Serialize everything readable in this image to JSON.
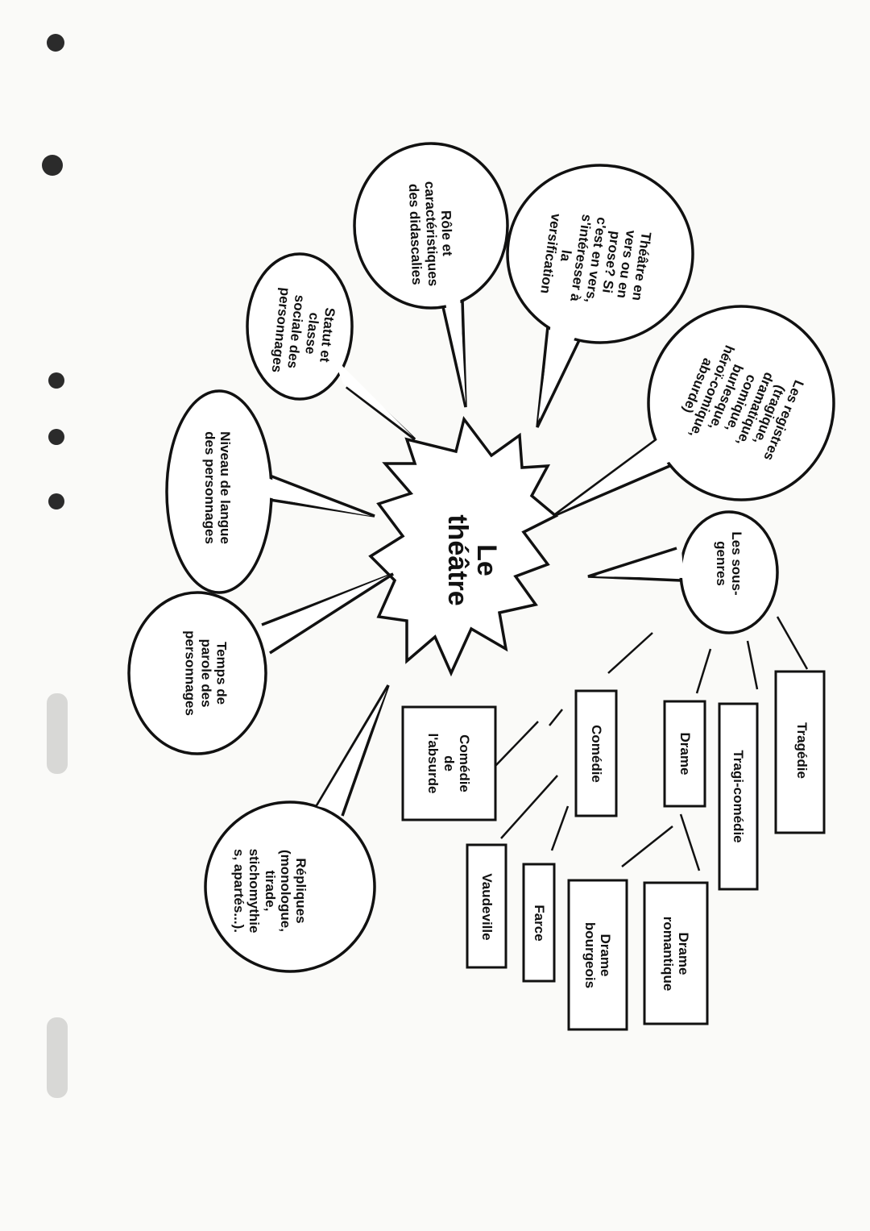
{
  "center": {
    "label": "Le\nthéâtre"
  },
  "bubbles": [
    {
      "id": "role-didascalies",
      "label": "Rôle et\ncaractéristiques\ndes didascalies"
    },
    {
      "id": "vers-prose",
      "label": "Théâtre en\nvers ou en\nprose? Si\nc'est en vers,\ns'intéresser à\nla\nversification"
    },
    {
      "id": "registres",
      "label": "Les registres\n(tragique,\ndramatique,\ncomique,\nburlesque,\nhéroï-comique,\nabsurde)"
    },
    {
      "id": "sous-genres",
      "label": "Les sous-\ngenres"
    },
    {
      "id": "statut-classe",
      "label": "Statut et\nclasse\nsociale des\npersonnages"
    },
    {
      "id": "niveau-langue",
      "label": "Niveau de langue\ndes personnages"
    },
    {
      "id": "temps-parole",
      "label": "Temps de\nparole des\npersonnages"
    },
    {
      "id": "repliques",
      "label": "Répliques\n(monologue,\ntirade,\nstichomythie\ns, apartés...)."
    }
  ],
  "genres": [
    {
      "id": "tragedie",
      "label": "Tragédie"
    },
    {
      "id": "tragi-comedie",
      "label": "Tragi-comédie"
    },
    {
      "id": "drame",
      "label": "Drame"
    },
    {
      "id": "comedie",
      "label": "Comédie"
    },
    {
      "id": "drame-romantique",
      "label": "Drame\nromantique"
    },
    {
      "id": "drame-bourgeois",
      "label": "Drame\nbourgeois"
    },
    {
      "id": "farce",
      "label": "Farce"
    },
    {
      "id": "vaudeville",
      "label": "Vaudeville"
    },
    {
      "id": "comedie-absurde",
      "label": "Comédie\nde\nl'absurde"
    }
  ]
}
